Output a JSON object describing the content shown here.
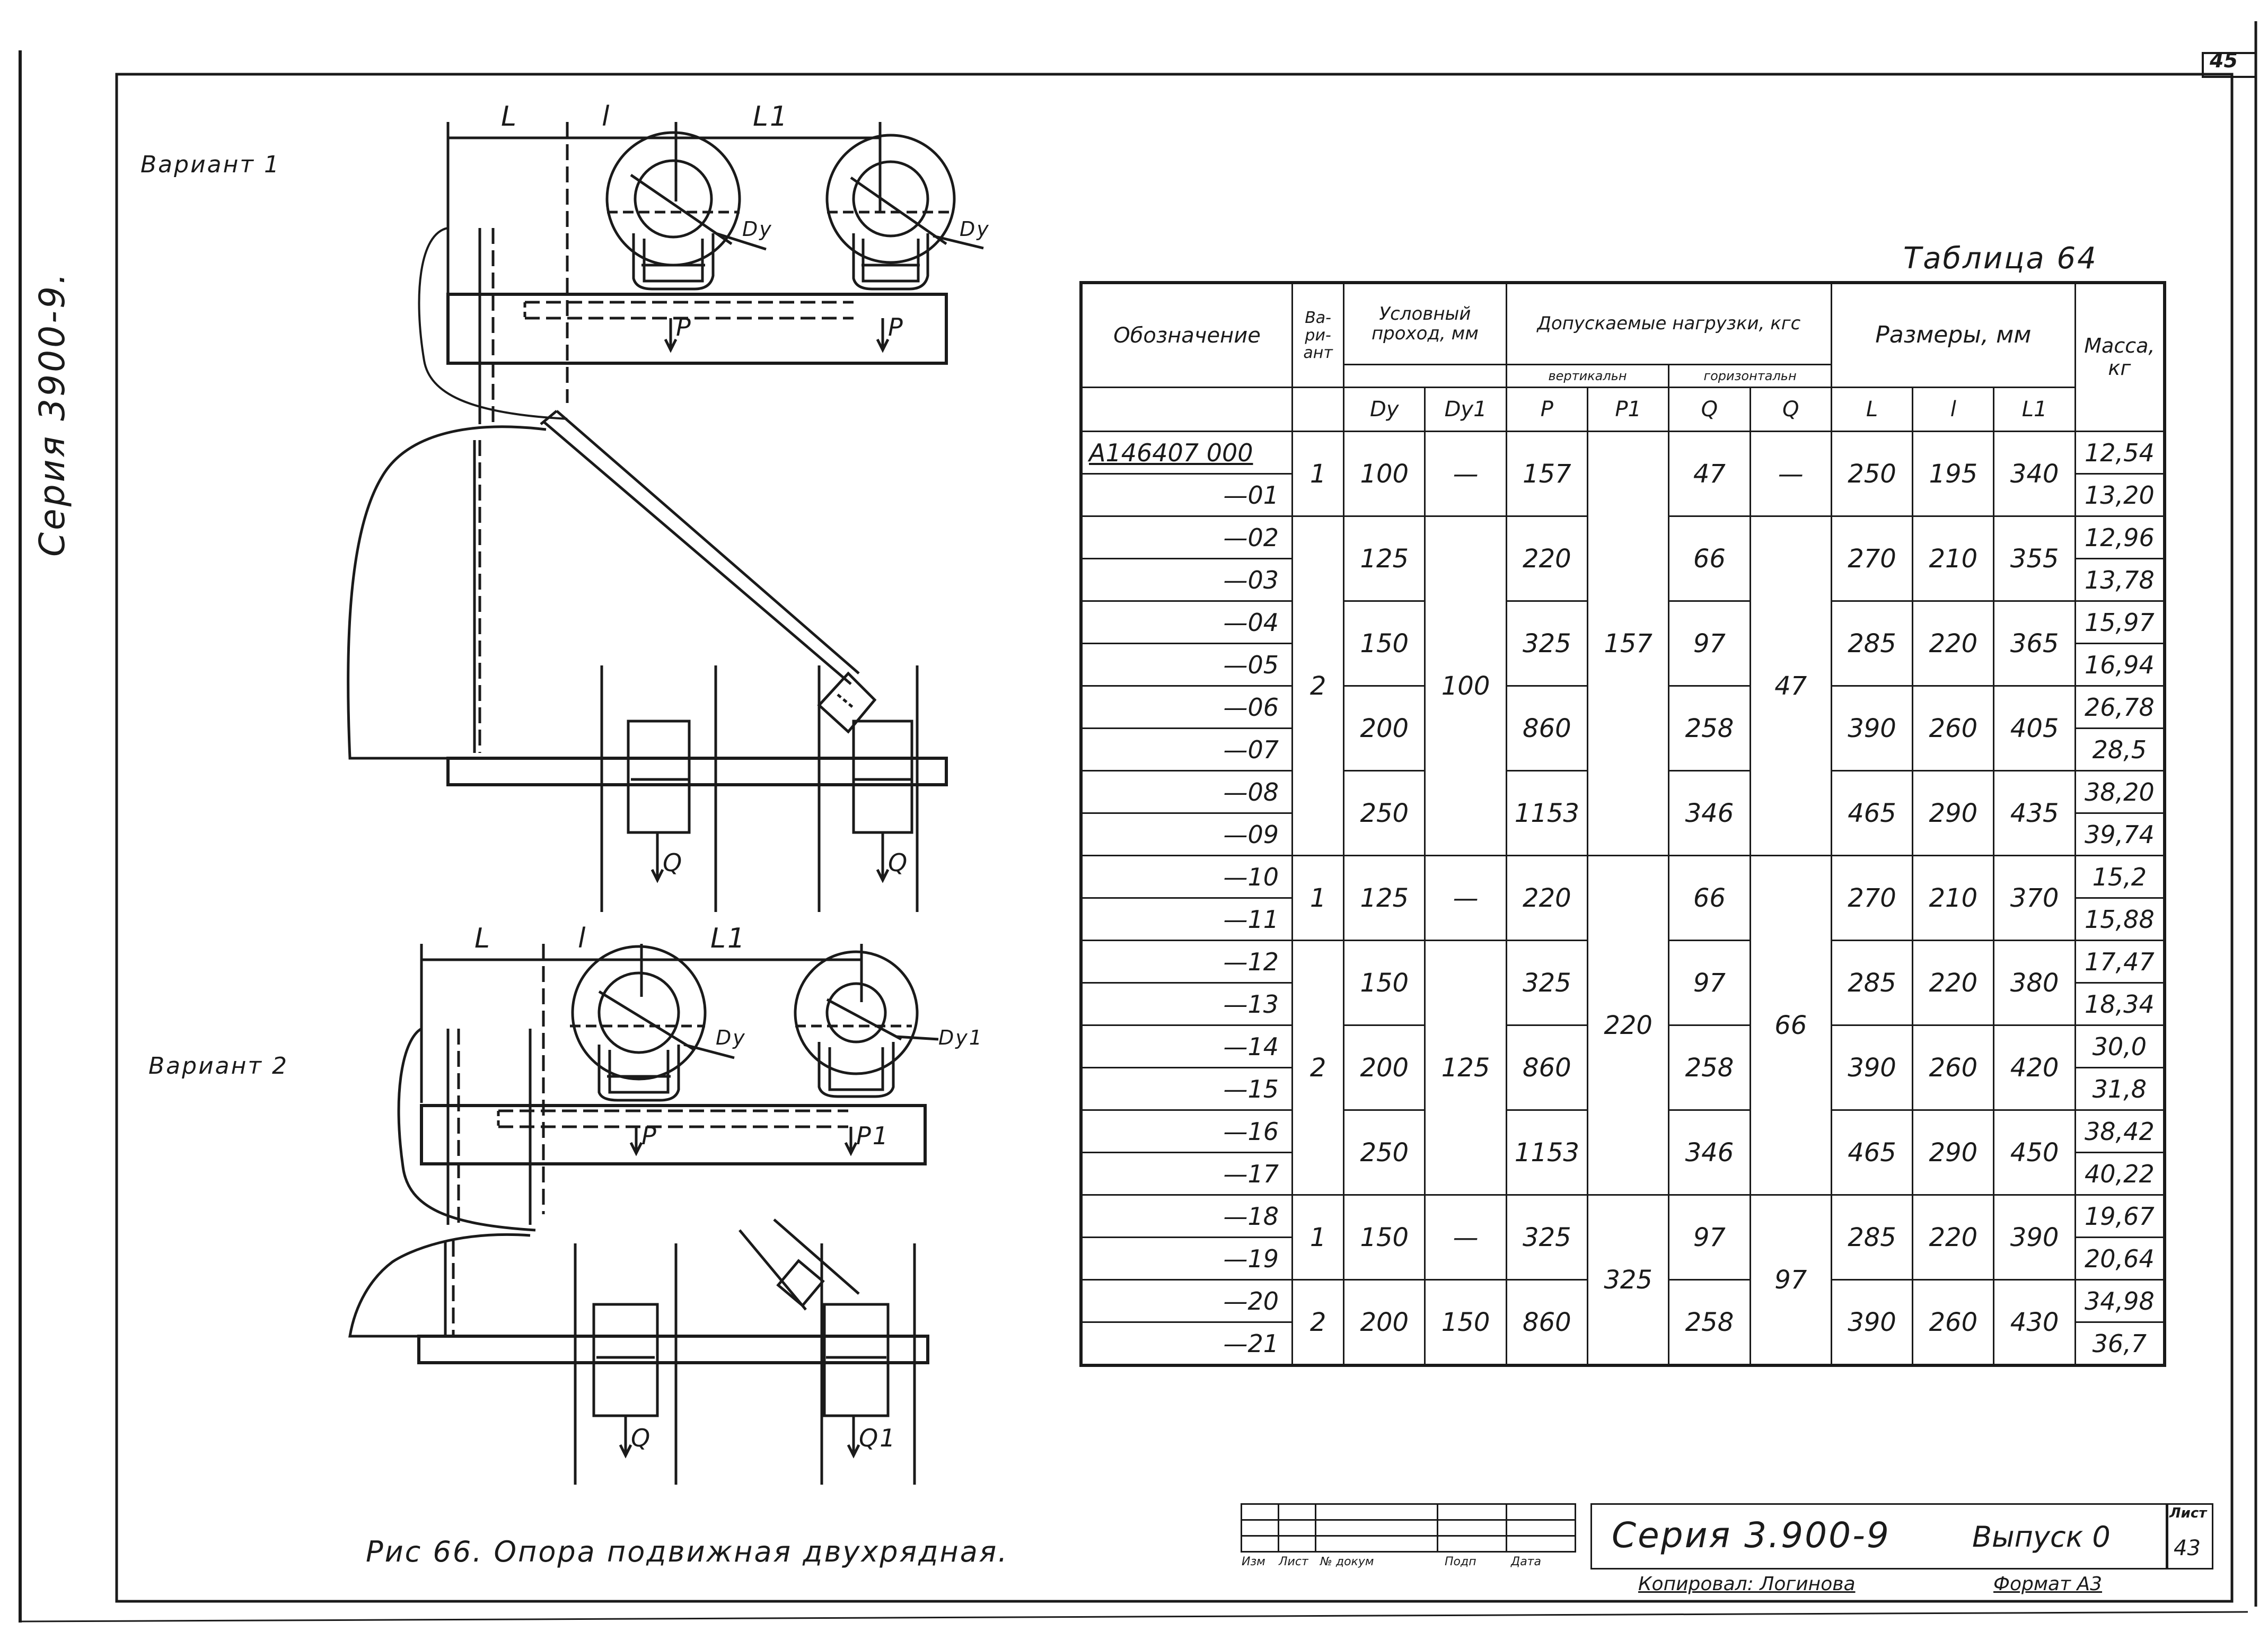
{
  "sheet": {
    "page_number": "45",
    "side_series": "Серия 3900-9.",
    "table_title": "Таблица 64",
    "figure_caption": "Рис 66. Опора подвижная двухрядная."
  },
  "drawing": {
    "variant1_label": "Вариант 1",
    "variant2_label": "Вариант 2",
    "dim_L": "L",
    "dim_l": "l",
    "dim_L1": "L1",
    "dim_Dy": "Dy",
    "dim_Dy1": "Dy1",
    "force_P": "P",
    "force_P1": "P1",
    "force_Q": "Q",
    "force_Q1": "Q1"
  },
  "table": {
    "head": {
      "designation": "Обозначение",
      "variant": "Ва-ри-ант",
      "nominal_bore": "Условный проход, мм",
      "allowed_loads": "Допускаемые нагрузки, кгс",
      "vertical": "вертикальн",
      "horizontal": "горизонтальн",
      "dimensions": "Размеры, мм",
      "mass": "Масса, кг",
      "c_dy": "Dy",
      "c_dy1": "Dy1",
      "c_p": "P",
      "c_p1": "P1",
      "c_q": "Q",
      "c_q2": "Q",
      "c_L": "L",
      "c_l": "l",
      "c_L1": "L1"
    },
    "designations": [
      "A146407 000",
      "—01",
      "—02",
      "—03",
      "—04",
      "—05",
      "—06",
      "—07",
      "—08",
      "—09",
      "—10",
      "—11",
      "—12",
      "—13",
      "—14",
      "—15",
      "—16",
      "—17",
      "—18",
      "—19",
      "—20",
      "—21"
    ],
    "masses": [
      "12,54",
      "13,20",
      "12,96",
      "13,78",
      "15,97",
      "16,94",
      "26,78",
      "28,5",
      "38,20",
      "39,74",
      "15,2",
      "15,88",
      "17,47",
      "18,34",
      "30,0",
      "31,8",
      "38,42",
      "40,22",
      "19,67",
      "20,64",
      "34,98",
      "36,7"
    ],
    "groups": [
      {
        "dy": "100",
        "dy1": "—",
        "p": "157",
        "q": "47",
        "q2": "—",
        "L": "250",
        "l": "195",
        "L1": "340"
      },
      {
        "dy": "125",
        "p": "220",
        "q": "66",
        "L": "270",
        "l": "210",
        "L1": "355"
      },
      {
        "dy": "150",
        "p": "325",
        "q": "97",
        "L": "285",
        "l": "220",
        "L1": "365"
      },
      {
        "dy": "200",
        "p": "860",
        "q": "258",
        "L": "390",
        "l": "260",
        "L1": "405"
      },
      {
        "dy": "250",
        "p": "1153",
        "q": "346",
        "L": "465",
        "l": "290",
        "L1": "435"
      },
      {
        "dy": "125",
        "dy1": "—",
        "p": "220",
        "q": "66",
        "L": "270",
        "l": "210",
        "L1": "370"
      },
      {
        "dy": "150",
        "p": "325",
        "q": "97",
        "L": "285",
        "l": "220",
        "L1": "380"
      },
      {
        "dy": "200",
        "p": "860",
        "q": "258",
        "L": "390",
        "l": "260",
        "L1": "420"
      },
      {
        "dy": "250",
        "p": "1153",
        "q": "346",
        "L": "465",
        "l": "290",
        "L1": "450"
      },
      {
        "dy": "150",
        "dy1": "—",
        "p": "325",
        "q": "97",
        "L": "285",
        "l": "220",
        "L1": "390"
      },
      {
        "dy": "200",
        "dy1": "150",
        "p": "860",
        "q": "258",
        "L": "390",
        "l": "260",
        "L1": "430"
      }
    ],
    "variants": [
      "1",
      "2",
      "1",
      "2",
      "1",
      "2"
    ],
    "merged": {
      "dy1_a": "100",
      "p1_a": "157",
      "q2_a": "47",
      "p1_b": "220",
      "dy1_b": "125",
      "q2_b": "66",
      "p1_c": "325",
      "q2_c": "97"
    }
  },
  "title_block": {
    "series": "Серия 3.900-9",
    "issue": "Выпуск 0",
    "sheet_label": "Лист",
    "sheet_no": "43",
    "copied": "Копировал: Логинова",
    "format": "Формат А3",
    "col_change": "Изм",
    "col_sheet": "Лист",
    "col_doc": "№ докум",
    "col_sign": "Подп",
    "col_date": "Дата"
  }
}
